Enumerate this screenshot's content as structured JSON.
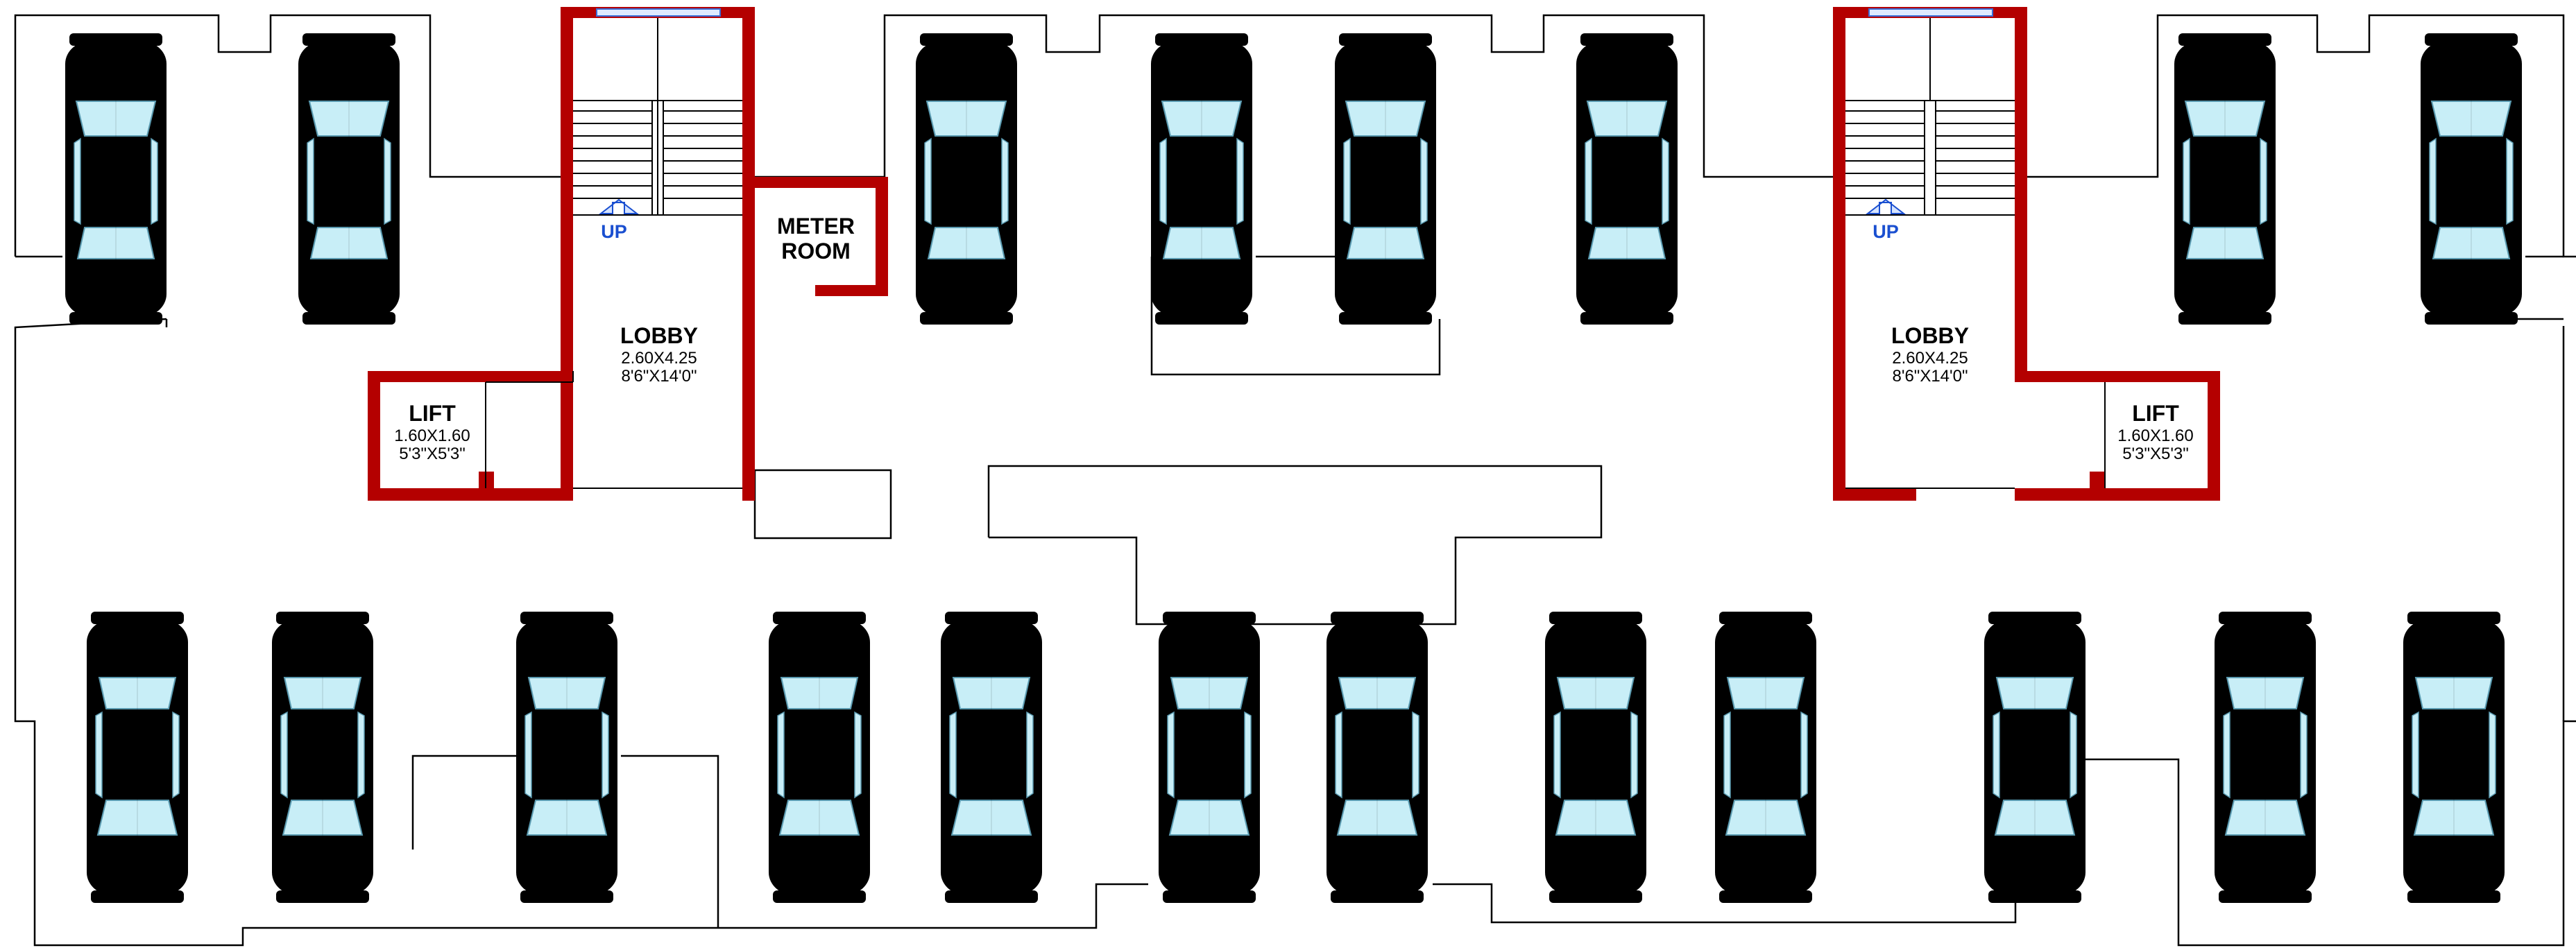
{
  "plan": {
    "wall_color": "#b40000",
    "line_color": "#000000",
    "up_color": "#1a4fd0",
    "rooms": {
      "lobby_left": {
        "title": "LOBBY",
        "dim_metric": "2.60X4.25",
        "dim_imperial": "8'6\"X14'0\""
      },
      "lobby_right": {
        "title": "LOBBY",
        "dim_metric": "2.60X4.25",
        "dim_imperial": "8'6\"X14'0\""
      },
      "lift_left": {
        "title": "LIFT",
        "dim_metric": "1.60X1.60",
        "dim_imperial": "5'3\"X5'3\""
      },
      "lift_right": {
        "title": "LIFT",
        "dim_metric": "1.60X1.60",
        "dim_imperial": "5'3\"X5'3\""
      },
      "meter_room": {
        "line1": "METER",
        "line2": "ROOM"
      }
    },
    "stair_labels": {
      "left": "UP",
      "right": "UP"
    }
  },
  "car_palette": {
    "red": {
      "body": "#f25858",
      "light": "#ff8a8a",
      "dark": "#c02828"
    },
    "white": {
      "body": "#f2f2f2",
      "light": "#ffffff",
      "dark": "#b8b8b8"
    },
    "yellow": {
      "body": "#f6e25a",
      "light": "#fff59a",
      "dark": "#d89a2e"
    },
    "blue": {
      "body": "#a9acf2",
      "light": "#d0d2ff",
      "dark": "#6d70e0"
    }
  },
  "cars": {
    "top_row": [
      "red",
      "white",
      "yellow",
      "blue",
      "red",
      "white",
      "yellow",
      "red"
    ],
    "bottom_row": [
      "yellow",
      "blue",
      "red",
      "white",
      "yellow",
      "blue",
      "red",
      "white",
      "yellow",
      "blue",
      "red",
      "white"
    ]
  }
}
